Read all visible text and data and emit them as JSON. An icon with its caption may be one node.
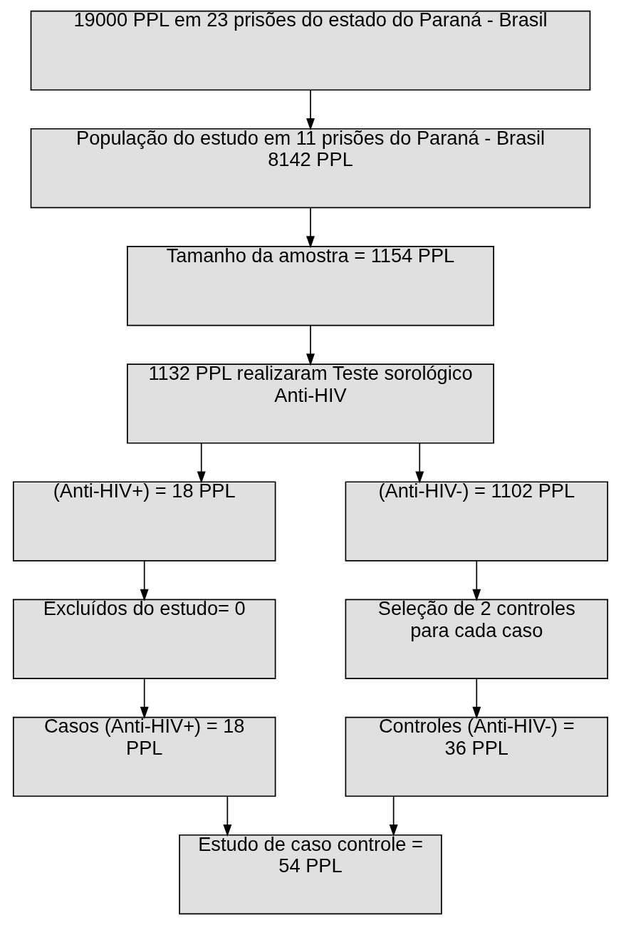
{
  "diagram": {
    "nodes": [
      {
        "text": [
          "19000 PPL em 23 prisões do estado do Paraná - Brasil"
        ]
      },
      {
        "text": [
          "População do estudo em 11 prisões do Paraná - Brasil 8142 PPL"
        ]
      },
      {
        "text": [
          "Tamanho da amostra = 1154 PPL"
        ]
      },
      {
        "text": [
          "1132 PPL realizaram Teste sorológico Anti-HIV"
        ]
      },
      {
        "text": [
          "(Anti-HIV+) = 18 PPL"
        ]
      },
      {
        "text": [
          "(Anti-HIV-) = 1102 PPL"
        ]
      },
      {
        "text": [
          "Excluídos do estudo= 0"
        ]
      },
      {
        "text": [
          "Seleção de 2 controles para cada caso"
        ]
      },
      {
        "text": [
          "Casos (Anti-HIV+) = 18 PPL"
        ]
      },
      {
        "text": [
          "Controles (Anti-HIV-) = 36 PPL"
        ]
      },
      {
        "text": [
          "Estudo de caso controle = 54 PPL"
        ]
      }
    ],
    "edges": [
      {
        "from": 0,
        "to": 1,
        "arrow": "to"
      },
      {
        "from": 1,
        "to": 2,
        "arrow": "to"
      },
      {
        "from": 2,
        "to": 3,
        "arrow": "to"
      },
      {
        "from": 3,
        "to": 4,
        "arrow": "to"
      },
      {
        "from": 3,
        "to": 5,
        "arrow": "to"
      },
      {
        "from": 4,
        "to": 6,
        "arrow": "to"
      },
      {
        "from": 5,
        "to": 7,
        "arrow": "to"
      },
      {
        "from": 6,
        "to": 8,
        "arrow": "to"
      },
      {
        "from": 7,
        "to": 9,
        "arrow": "to"
      },
      {
        "from": 8,
        "to": 10,
        "arrow": "to"
      },
      {
        "from": 9,
        "to": 10,
        "arrow": "to"
      }
    ]
  }
}
